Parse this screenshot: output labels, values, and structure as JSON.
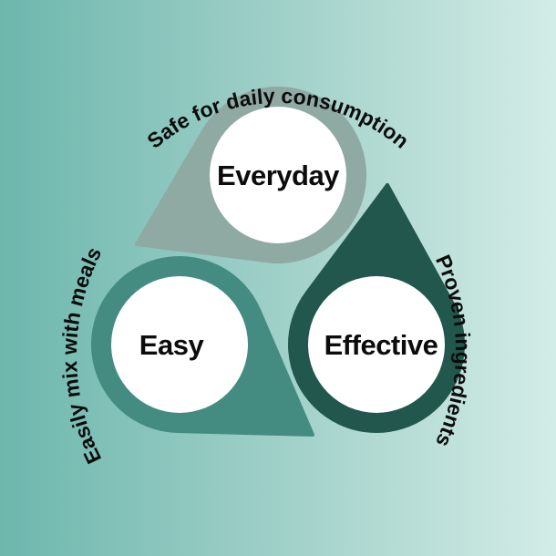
{
  "nodes": [
    {
      "label": "Everyday",
      "caption": "Safe for daily consumption",
      "color": "#8fa9a3"
    },
    {
      "label": "Easy",
      "caption": "Easily mix with meals",
      "color": "#448c81"
    },
    {
      "label": "Effective",
      "caption": "Proven ingredients",
      "color": "#22574d"
    }
  ]
}
